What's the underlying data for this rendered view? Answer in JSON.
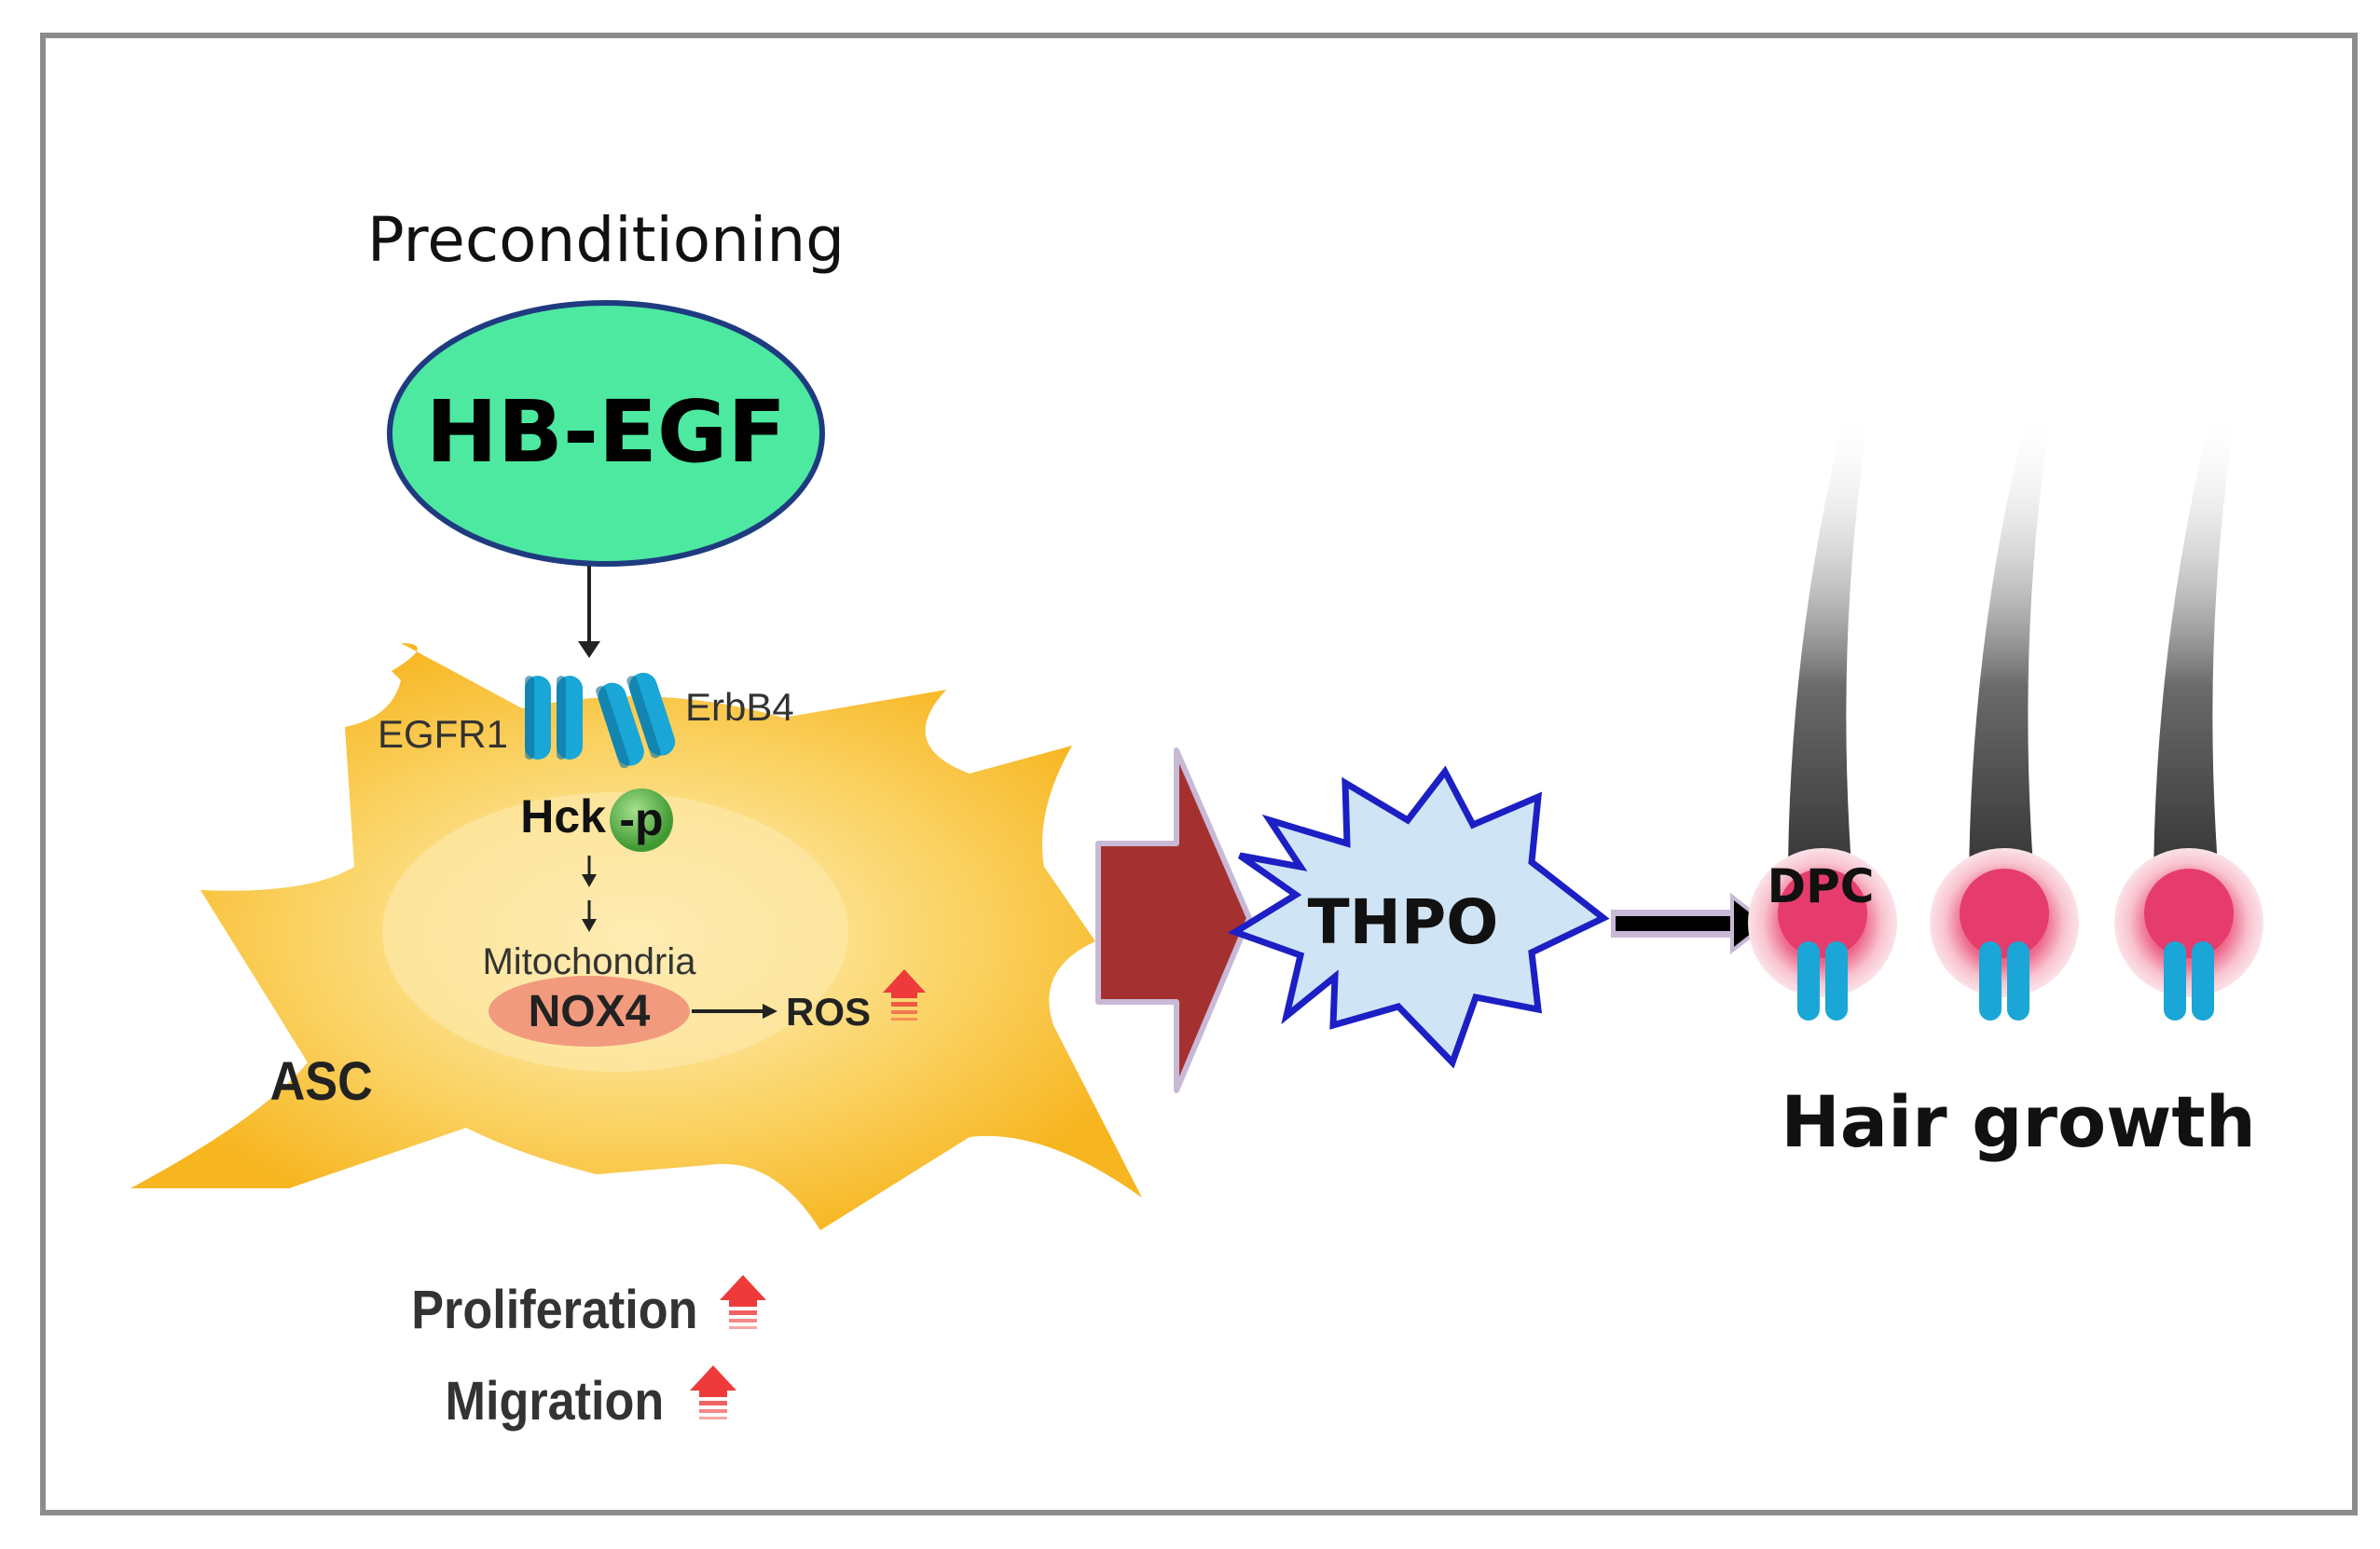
{
  "title": "Preconditioning",
  "ligand": {
    "label": "HB-EGF",
    "fill": "#4de9a1",
    "stroke": "#1f3b80"
  },
  "receptors": {
    "left": "EGFR1",
    "right": "ErbB4",
    "color": "#1aa6d6"
  },
  "kinase": {
    "label": "Hck",
    "phospho": "-p",
    "phospho_color": "#5bb84a"
  },
  "organelle": "Mitochondria",
  "enzyme": {
    "label": "NOX4",
    "fill": "#f29a7e"
  },
  "product": "ROS",
  "cell_label": "ASC",
  "outcomes": [
    "Proliferation",
    "Migration"
  ],
  "mediator": {
    "label": "THPO",
    "fill": "#cfe4f5",
    "stroke": "#1c1fc4"
  },
  "target": "DPC",
  "result": "Hair growth",
  "colors": {
    "cell": "#f9c641",
    "cell_core": "#fde8a8",
    "big_arrow": "#a53030",
    "up_arrow": "#ee3a3a",
    "follicle": "#e53c6d",
    "frame": "#8c8c8c"
  },
  "icons": [
    "up-arrow-icon",
    "right-arrow-icon",
    "starburst-icon",
    "hair-follicle-icon"
  ]
}
